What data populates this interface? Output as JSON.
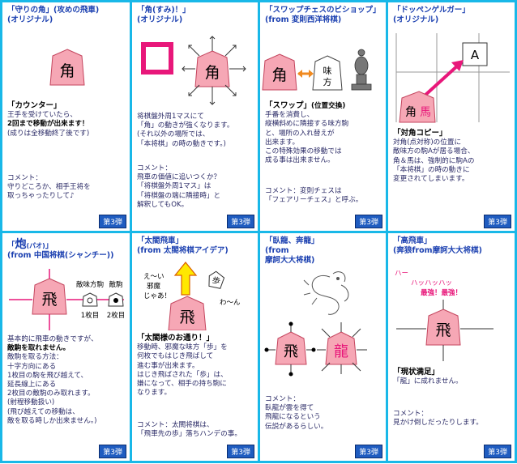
{
  "cells": [
    {
      "title1": "「守りの角」(攻めの飛車)",
      "title2": "(オリジナル)",
      "piece": "角",
      "desc": [
        "王手を受けていたら、",
        "2回まで移動が出来ます！",
        "(成りは全移動終了後です)"
      ],
      "desc_head": "「カウンター」",
      "comment": [
        "コメント：",
        "守りどころか、相手王将を",
        "取っちゃったりして♪"
      ],
      "badge": "第3弾"
    },
    {
      "title1": "「角(すみ)！」",
      "title2": "(オリジナル)",
      "piece": "角",
      "desc": [
        "将棋盤外周1マスにて",
        "「角」の動きが強くなります。",
        "(それ以外の場所では、",
        "「本将棋」の時の動きです。)"
      ],
      "comment": [
        "コメント：",
        "飛車の価値に追いつくか？",
        "「将棋盤外周1マス」は",
        "「将棋盤の端に隣接時」と",
        "解釈してもOK。"
      ],
      "badge": "第3弾"
    },
    {
      "title1": "「スワップチェスのビショップ」",
      "title2": "(from 変則西洋将棋)",
      "piece": "角",
      "piece2": "味方",
      "desc_head": "「スワップ」",
      "desc_head_extra": "(位置交換)",
      "desc": [
        "手番を消費し、",
        "縦横斜めに隣接する味方駒",
        "と、場所の入れ替えが",
        "出来ます。",
        "この特殊効果の移動では",
        "成る事は出来ません。"
      ],
      "comment": [
        "コメント：変則チェスは",
        "「フェアリーチェス」と呼ぶ。"
      ],
      "badge": "第3弾"
    },
    {
      "title1": "「ドッペンゲルガー」",
      "title2": "(オリジナル)",
      "piece": "角",
      "piece_red": "馬",
      "marker": "A",
      "desc_head": "「対角コピー」",
      "desc": [
        "対角(点対称)の位置に",
        "敵味方の駒Aが居る場合、",
        "角＆馬は、強制的に駒Aの",
        "「本将棋」の時の動きに",
        "変更されてしまいます。"
      ],
      "badge": "第3弾"
    },
    {
      "title1": "「",
      "title_big": "炮",
      "title_ruby": "パオ",
      "title1_end": "」",
      "title2": "(from 中国将棋(シャンチー))",
      "piece": "飛",
      "label_a": "敵味方駒",
      "label_b": "敵駒",
      "label_c": "1枚目",
      "label_d": "2枚目",
      "desc": [
        "基本的に飛車の動きですが、",
        "敵駒を取れません。",
        "敵駒を取る方法：",
        "十字方向にある",
        "1枚目の駒を飛び越えて、",
        "延長線上にある",
        "2枚目の敵駒のみ取れます。",
        "(射程移動扱い)",
        "(飛び越えての移動は、",
        "敵を取る時しか出来ません。)"
      ],
      "badge": "第3弾"
    },
    {
      "title1": "「太閤飛車」",
      "title2": "(from 太閤将棋アイデア)",
      "piece": "飛",
      "pawn": "歩",
      "speech1": "え〜い",
      "speech2": "邪魔",
      "speech3": "じゃあ！",
      "speech4": "わ〜ん",
      "desc_head": "「太閤様のお通り！」",
      "desc": [
        "移動時、邪魔な味方「歩」を",
        "何枚でもはじき飛ばして",
        "進む事が出来ます。",
        "はじき飛ばされた「歩」は、",
        "嫌になって、相手の持ち駒に",
        "なります。"
      ],
      "comment": [
        "コメント：太閤将棋は、",
        "「飛車先の歩」落ちハンデの事。"
      ],
      "badge": "第3弾"
    },
    {
      "title1": "「臥龍、奔龍」",
      "title2": "(from",
      "title3": "摩訶大大将棋)",
      "piece": "飛",
      "piece2": "龍",
      "comment": [
        "コメント：",
        "臥龍が雲を得て",
        "飛龍になるという",
        "伝説があるらしい。"
      ],
      "badge": "第3弾"
    },
    {
      "title1": "「高飛車」",
      "title2": "(奔狼from摩訶大大将棋)",
      "piece": "飛",
      "laugh1": "ハー",
      "laugh2": "ハッハッハッ",
      "laugh3": "最強！最強！",
      "desc_head": "「現状満足」",
      "desc": [
        "「龍」に成れません。"
      ],
      "comment": [
        "コメント：",
        "見かけ倒しだったりします。"
      ],
      "badge": "第3弾"
    }
  ],
  "colors": {
    "border": "#19b8e8",
    "title": "#1a3fb0",
    "piece_fill": "#f6a7b5",
    "accent": "#e8177a",
    "badge": "#1f5cc0"
  }
}
